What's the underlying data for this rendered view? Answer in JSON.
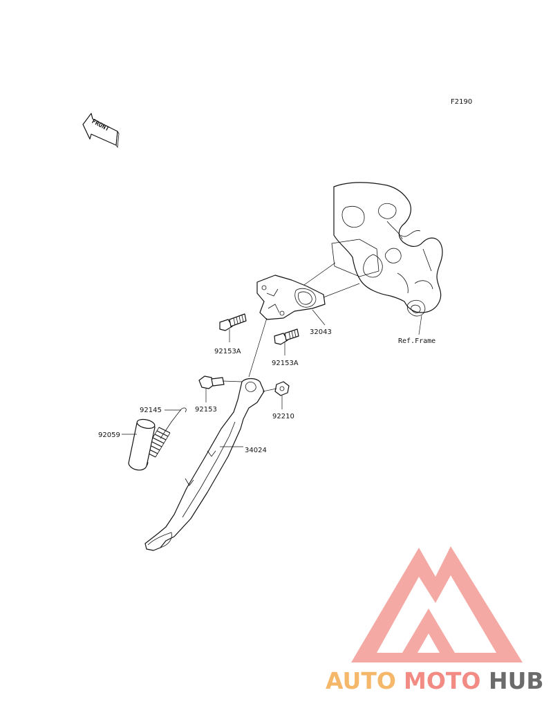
{
  "diagram": {
    "code": "F2190",
    "front_label": "FRONT",
    "ref_label": "Ref.Frame",
    "parts": {
      "p32043": "32043",
      "p92153a_left": "92153A",
      "p92153a_right": "92153A",
      "p92153": "92153",
      "p92210": "92210",
      "p92145": "92145",
      "p92059": "92059",
      "p34024": "34024"
    }
  },
  "watermark": {
    "part1": "AUTO",
    "part2": "MOTO",
    "part3": "HUB",
    "colors": {
      "auto": "#f5b86a",
      "moto": "#f28b84",
      "hub": "#6b6b6b",
      "triangle": "#f4a09a"
    }
  }
}
